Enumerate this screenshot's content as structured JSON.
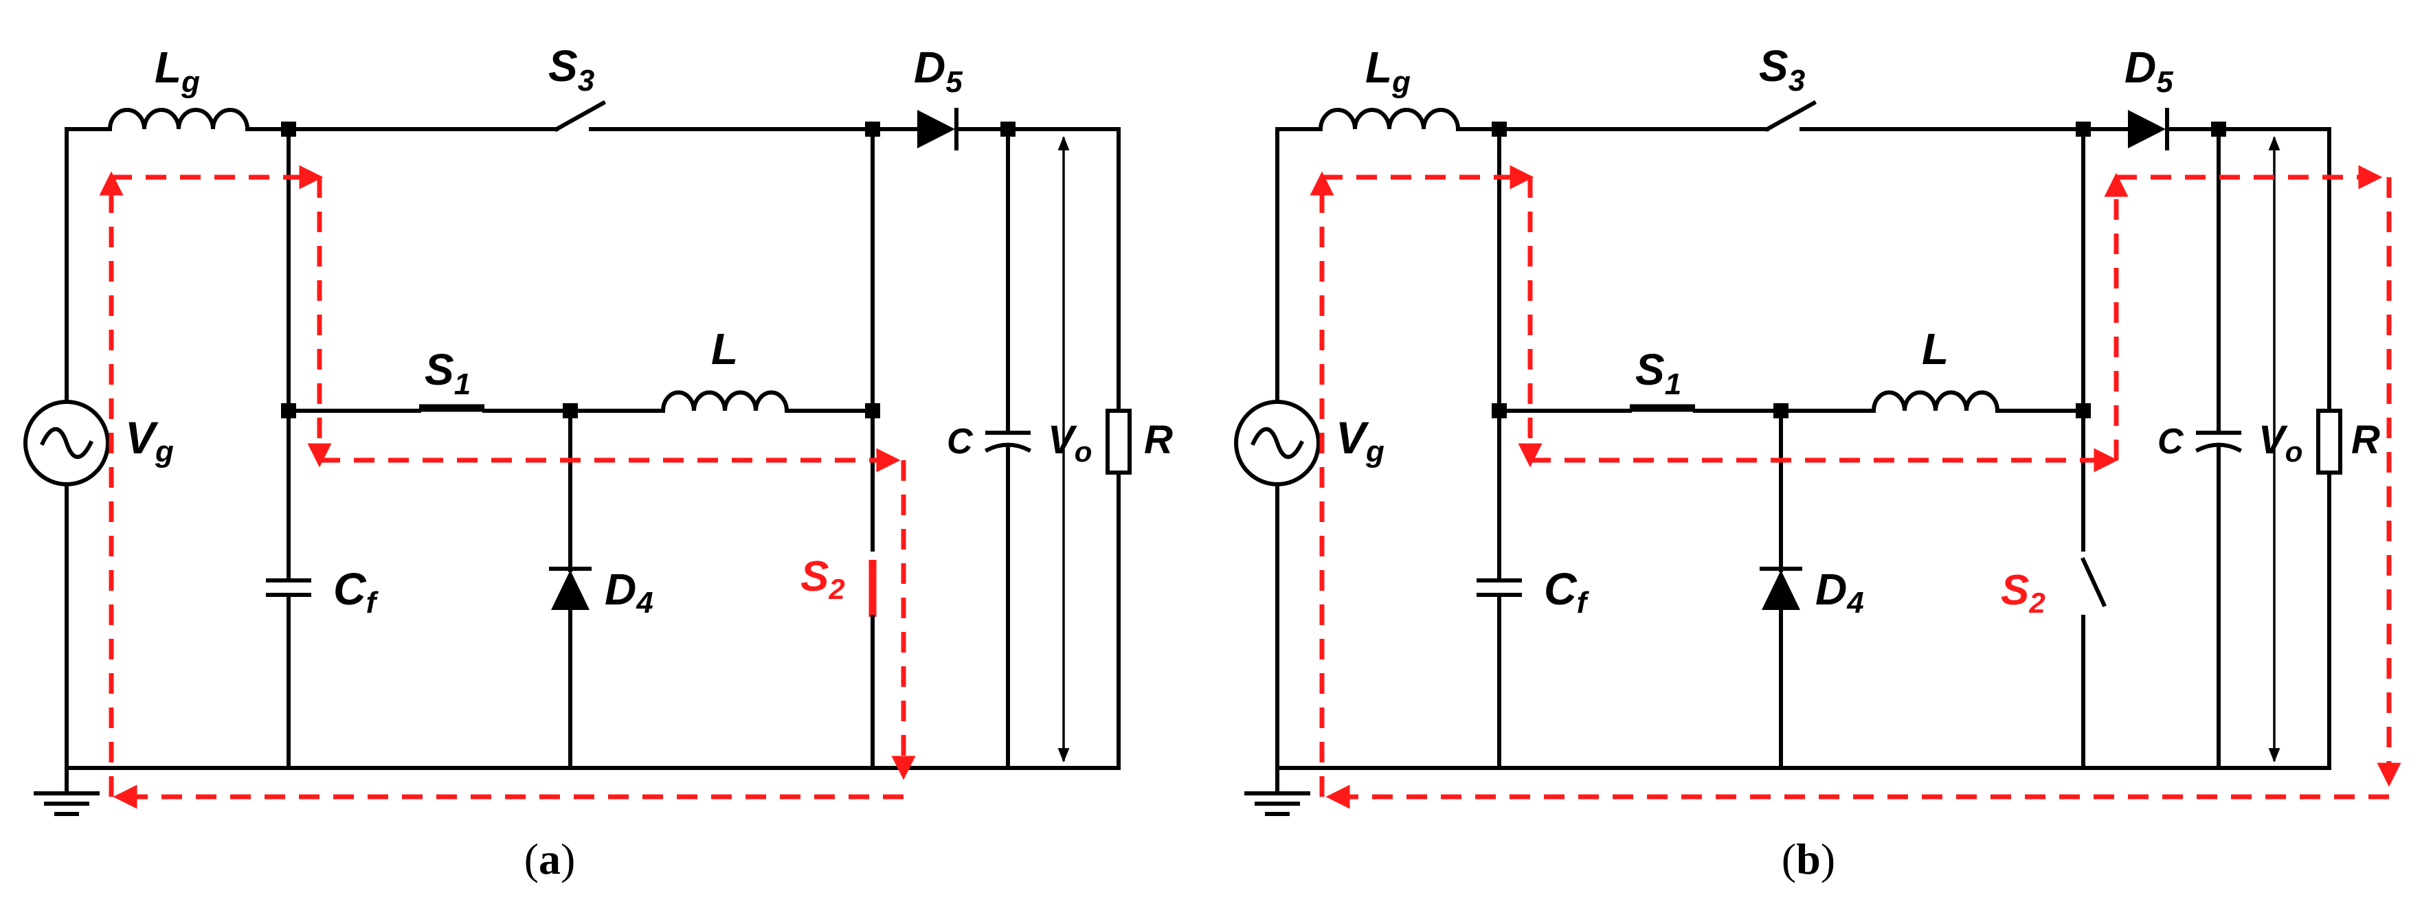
{
  "panels": [
    {
      "caption_open": "(",
      "caption_letter": "a",
      "caption_close": ")",
      "labels": {
        "Lg": "L",
        "Lg_sub": "g",
        "S3": "S",
        "S3_sub": "3",
        "D5": "D",
        "D5_sub": "5",
        "S1": "S",
        "S1_sub": "1",
        "L": "L",
        "Vg": "V",
        "Vg_sub": "g",
        "C": "C",
        "Vo": "V",
        "Vo_sub": "o",
        "R": "R",
        "Cf": "C",
        "Cf_sub": "f",
        "D4": "D",
        "D4_sub": "4",
        "S2": "S",
        "S2_sub": "2"
      }
    },
    {
      "caption_open": "(",
      "caption_letter": "b",
      "caption_close": ")",
      "labels": {
        "Lg": "L",
        "Lg_sub": "g",
        "S3": "S",
        "S3_sub": "3",
        "D5": "D",
        "D5_sub": "5",
        "S1": "S",
        "S1_sub": "1",
        "L": "L",
        "Vg": "V",
        "Vg_sub": "g",
        "C": "C",
        "Vo": "V",
        "Vo_sub": "o",
        "R": "R",
        "Cf": "C",
        "Cf_sub": "f",
        "D4": "D",
        "D4_sub": "4",
        "S2": "S",
        "S2_sub": "2"
      }
    }
  ],
  "colors": {
    "wire": "#000000",
    "current_path": "#ff1a1a"
  }
}
